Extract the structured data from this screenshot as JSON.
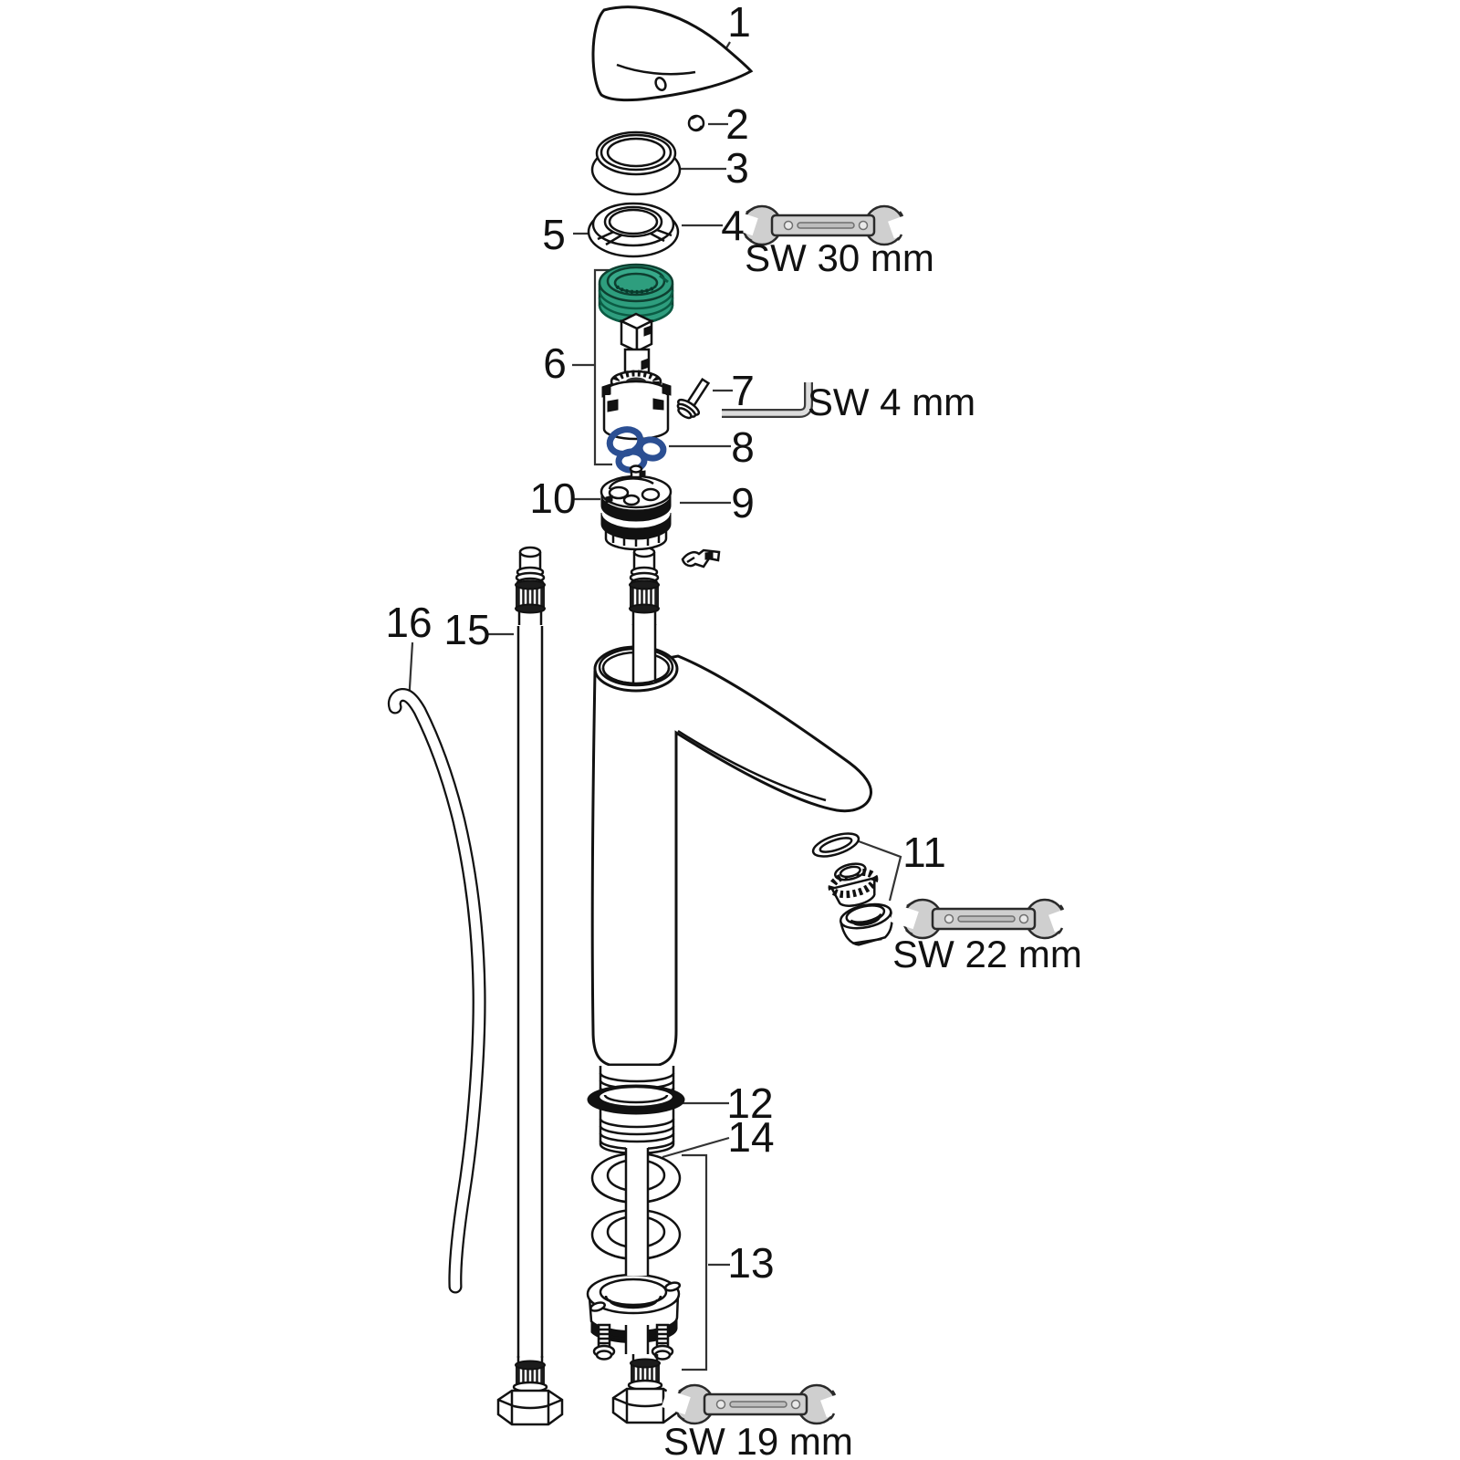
{
  "parts": [
    {
      "number": "1"
    },
    {
      "number": "2"
    },
    {
      "number": "3"
    },
    {
      "number": "4"
    },
    {
      "number": "5"
    },
    {
      "number": "6"
    },
    {
      "number": "7"
    },
    {
      "number": "8"
    },
    {
      "number": "9"
    },
    {
      "number": "10"
    },
    {
      "number": "11"
    },
    {
      "number": "12"
    },
    {
      "number": "13"
    },
    {
      "number": "14"
    },
    {
      "number": "15"
    },
    {
      "number": "16"
    }
  ],
  "tools": {
    "sw30": "SW 30 mm",
    "sw4": "SW 4 mm",
    "sw22": "SW 22 mm",
    "sw19": "SW 19 mm"
  },
  "colors": {
    "line": "#111111",
    "seal_green": "#2E9E7E",
    "gasket_blue": "#2B4F93",
    "tool_gray": "#CFCFCF",
    "flange_black": "#111111"
  }
}
